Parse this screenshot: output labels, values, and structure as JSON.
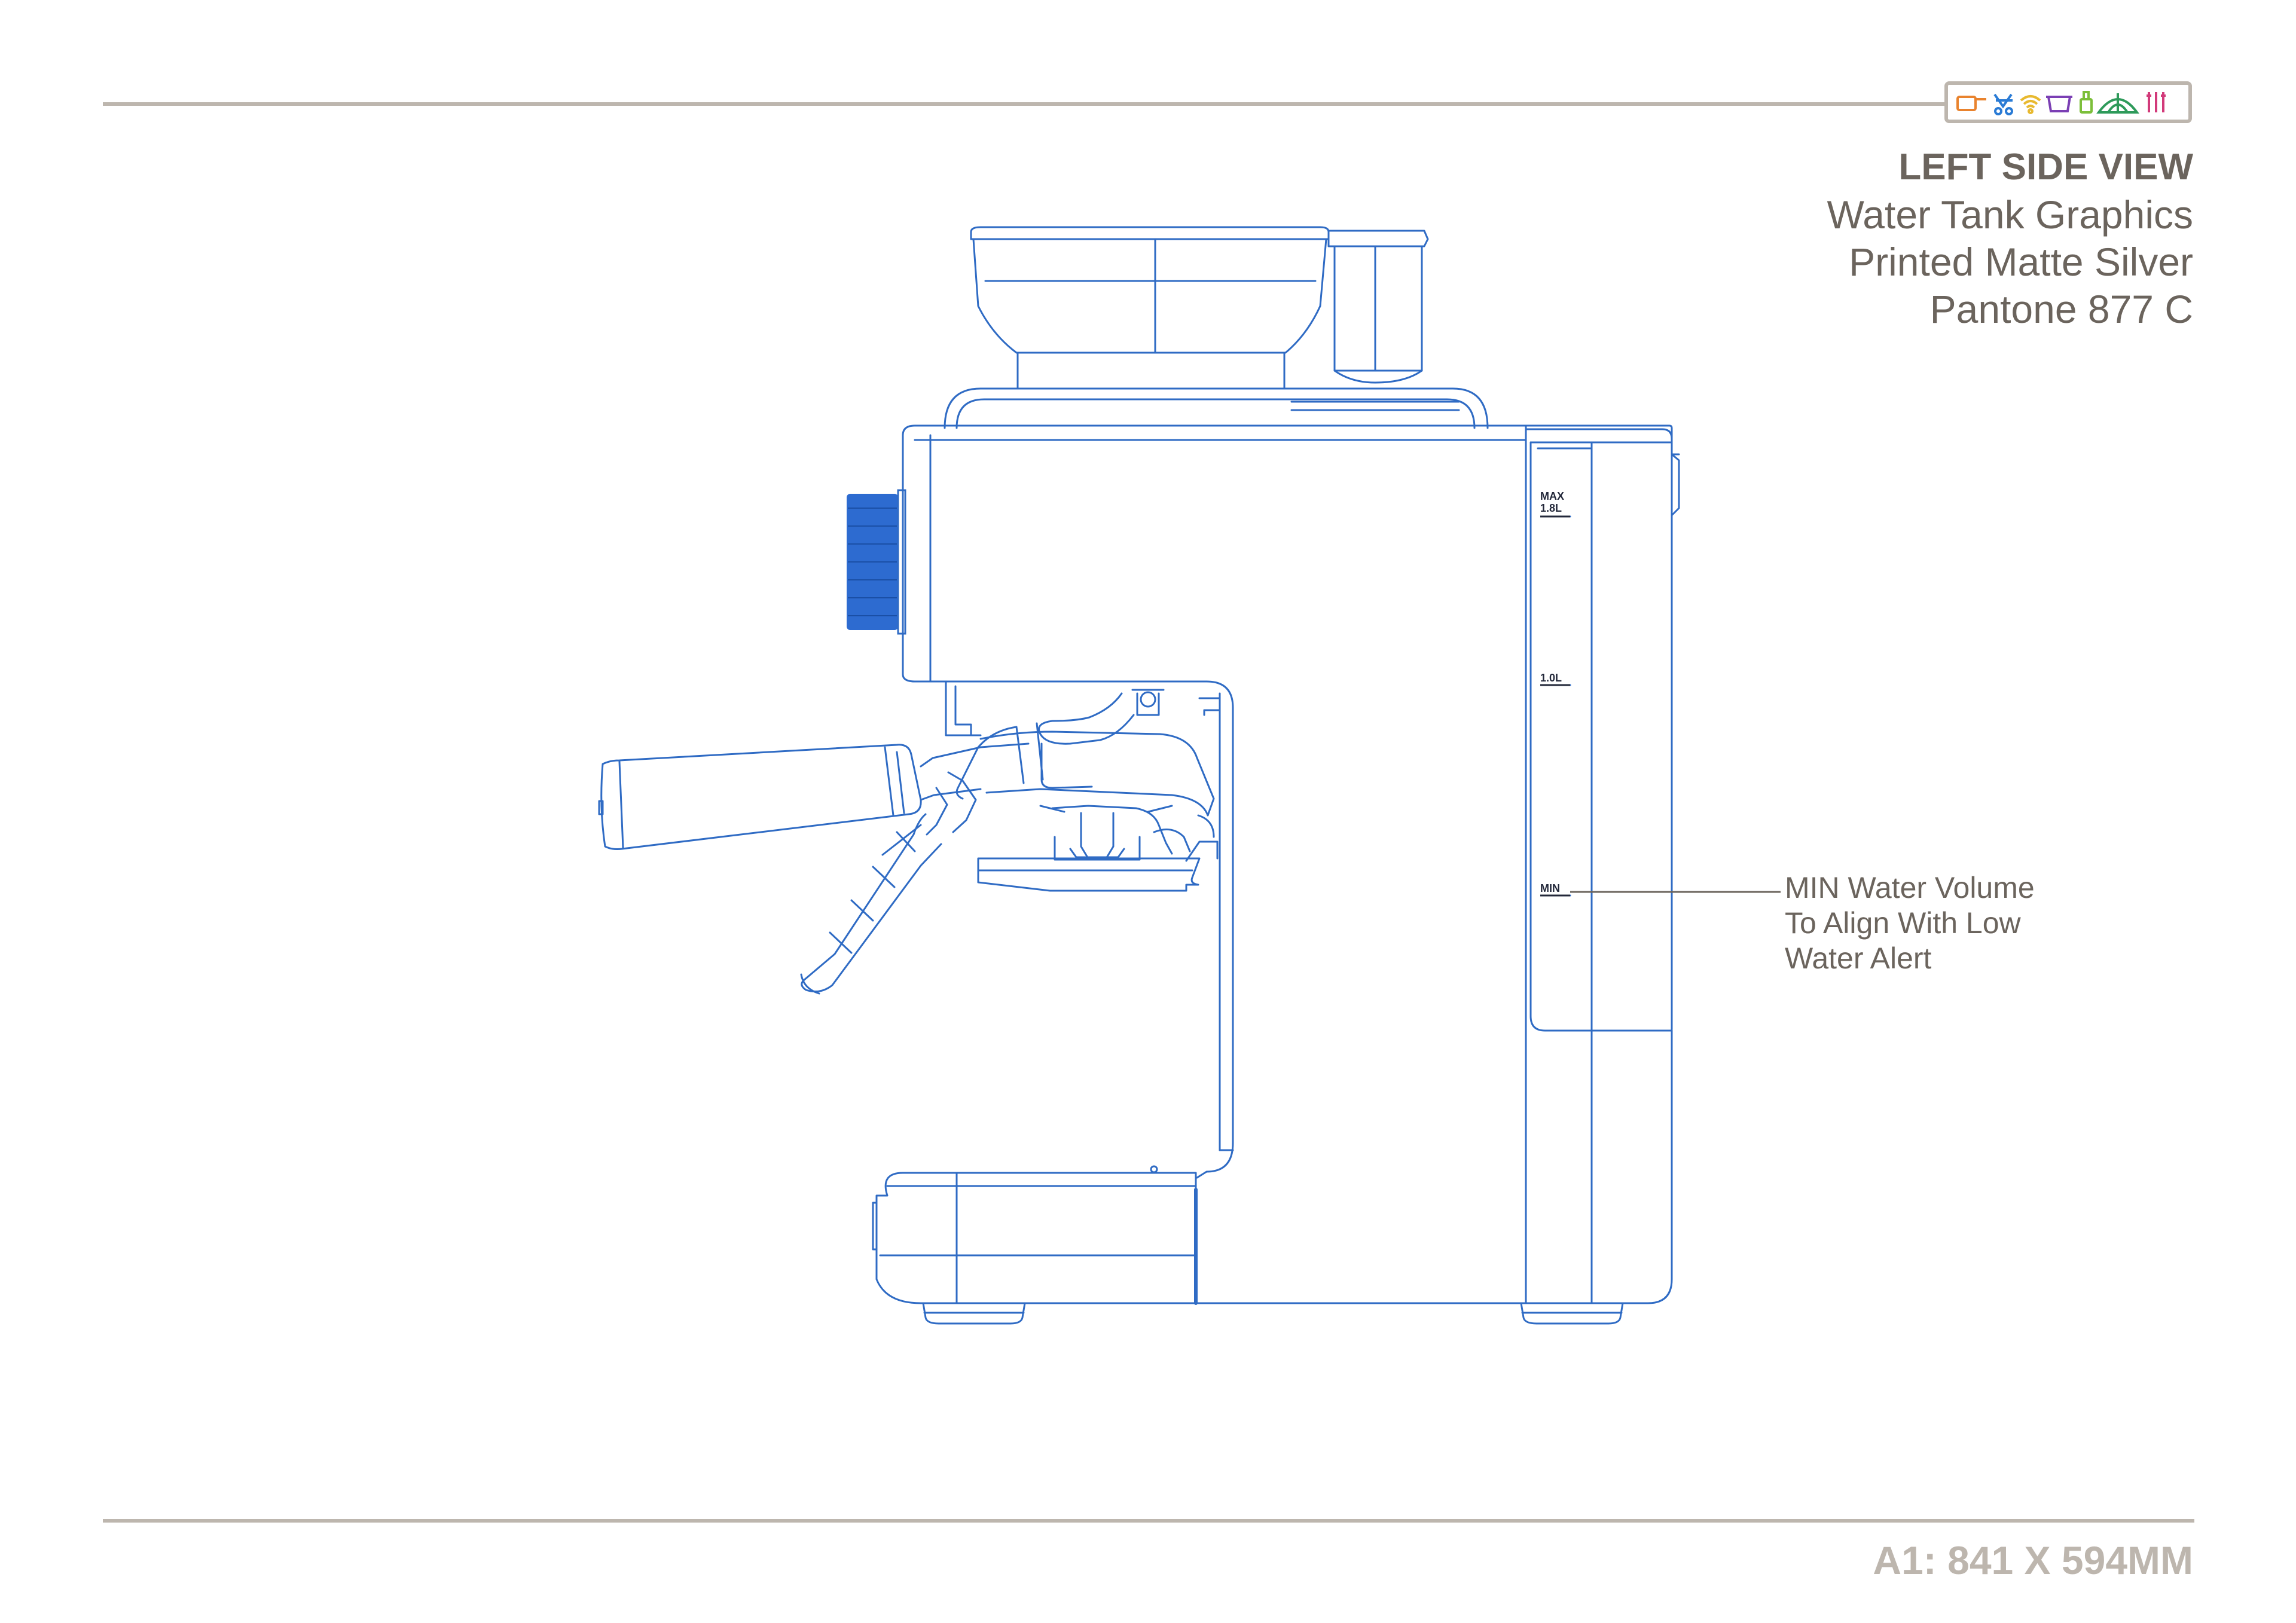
{
  "header": {
    "view_title": "LEFT SIDE VIEW",
    "lines": [
      "Water Tank Graphics",
      "Printed Matte Silver",
      "Pantone 877 C"
    ],
    "icon_strip": [
      "saucepan-icon",
      "stroller-icon",
      "wifi-icon",
      "pot-icon",
      "bottle-icon",
      "tent-icon",
      "bbq-tools-icon"
    ]
  },
  "tank_marks": {
    "max": "MAX",
    "max_volume": "1.8L",
    "mid": "1.0L",
    "min": "MIN"
  },
  "callout": {
    "lines": [
      "MIN Water Volume",
      "To Align With Low",
      "Water Alert"
    ]
  },
  "footer": {
    "paper_size": "A1: 841 X 594MM"
  },
  "colors": {
    "linework": "#2f6bc4",
    "accent_dial": "#2d6bd0",
    "text": "#6b645d",
    "rule": "#bdb6ae"
  }
}
